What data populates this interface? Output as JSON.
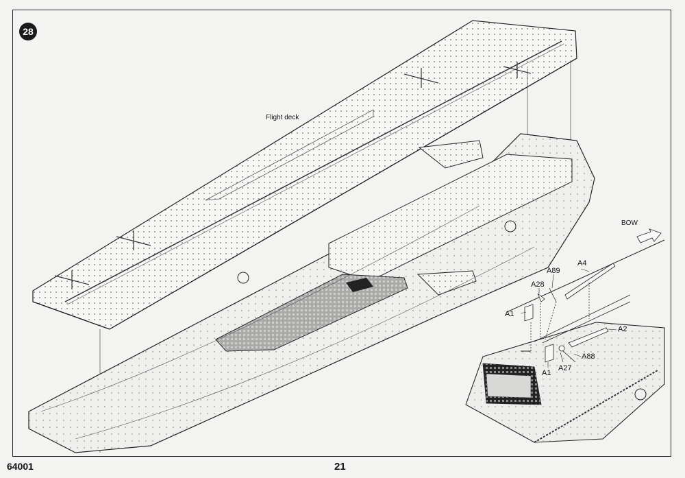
{
  "step": {
    "number": "28"
  },
  "labels": {
    "flight_deck": "Flight deck",
    "bow": "BOW"
  },
  "parts": {
    "a1_top": "A1",
    "a28": "A28",
    "a89": "A89",
    "a4": "A4",
    "a2": "A2",
    "a88": "A88",
    "a27": "A27",
    "a1_bottom": "A1"
  },
  "footer": {
    "kit_number": "64001",
    "page_number": "21"
  }
}
